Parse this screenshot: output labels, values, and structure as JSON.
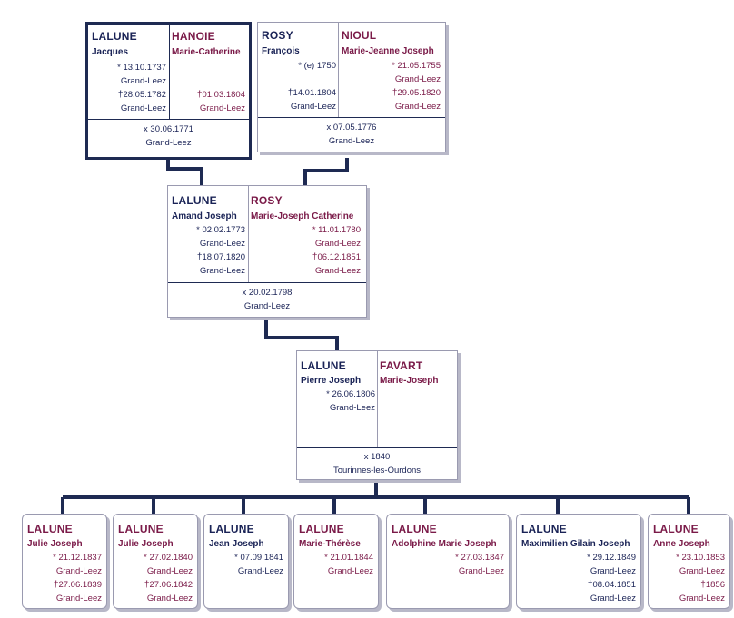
{
  "gen1": {
    "left": {
      "husband": {
        "surname": "LALUNE",
        "given": "Jacques",
        "birth": "* 13.10.1737",
        "birth_place": "Grand-Leez",
        "death": "28.05.1782",
        "death_place": "Grand-Leez"
      },
      "wife": {
        "surname": "HANOIE",
        "given": "Marie-Catherine",
        "death": "01.03.1804",
        "death_place": "Grand-Leez"
      },
      "marriage": "x 30.06.1771",
      "marriage_place": "Grand-Leez"
    },
    "right": {
      "husband": {
        "surname": "ROSY",
        "given": "François",
        "birth": "* (e) 1750",
        "death": "14.01.1804",
        "death_place": "Grand-Leez"
      },
      "wife": {
        "surname": "NIOUL",
        "given": "Marie-Jeanne Joseph",
        "birth": "* 21.05.1755",
        "birth_place": "Grand-Leez",
        "death": "29.05.1820",
        "death_place": "Grand-Leez"
      },
      "marriage": "x 07.05.1776",
      "marriage_place": "Grand-Leez"
    }
  },
  "gen2": {
    "husband": {
      "surname": "LALUNE",
      "given": "Amand Joseph",
      "birth": "* 02.02.1773",
      "birth_place": "Grand-Leez",
      "death": "18.07.1820",
      "death_place": "Grand-Leez"
    },
    "wife": {
      "surname": "ROSY",
      "given": "Marie-Joseph Catherine",
      "birth": "* 11.01.1780",
      "birth_place": "Grand-Leez",
      "death": "06.12.1851",
      "death_place": "Grand-Leez"
    },
    "marriage": "x 20.02.1798",
    "marriage_place": "Grand-Leez"
  },
  "gen3": {
    "husband": {
      "surname": "LALUNE",
      "given": "Pierre Joseph",
      "birth": "* 26.06.1806",
      "birth_place": "Grand-Leez"
    },
    "wife": {
      "surname": "FAVART",
      "given": "Marie-Joseph"
    },
    "marriage": "x 1840",
    "marriage_place": "Tourinnes-les-Ourdons"
  },
  "children": [
    {
      "surname": "LALUNE",
      "given": "Julie Joseph",
      "birth": "* 21.12.1837",
      "birth_place": "Grand-Leez",
      "death": "27.06.1839",
      "death_place": "Grand-Leez"
    },
    {
      "surname": "LALUNE",
      "given": "Julie Joseph",
      "birth": "* 27.02.1840",
      "birth_place": "Grand-Leez",
      "death": "27.06.1842",
      "death_place": "Grand-Leez"
    },
    {
      "surname": "LALUNE",
      "given": "Jean Joseph",
      "birth": "* 07.09.1841",
      "birth_place": "Grand-Leez"
    },
    {
      "surname": "LALUNE",
      "given": "Marie-Thérèse",
      "birth": "* 21.01.1844",
      "birth_place": "Grand-Leez"
    },
    {
      "surname": "LALUNE",
      "given": "Adolphine Marie Joseph",
      "birth": "* 27.03.1847",
      "birth_place": "Grand-Leez"
    },
    {
      "surname": "LALUNE",
      "given": "Maximilien Gilain Joseph",
      "birth": "* 29.12.1849",
      "birth_place": "Grand-Leez",
      "death": "08.04.1851",
      "death_place": "Grand-Leez"
    },
    {
      "surname": "LALUNE",
      "given": "Anne Joseph",
      "birth": "* 23.10.1853",
      "birth_place": "Grand-Leez",
      "death": "1856",
      "death_place": "Grand-Leez"
    }
  ],
  "symbols": {
    "death": "†"
  },
  "colors": {
    "male": "#1a2356",
    "female": "#7a1a48",
    "connector": "#1e2a52",
    "border": "#9a9ab0"
  }
}
